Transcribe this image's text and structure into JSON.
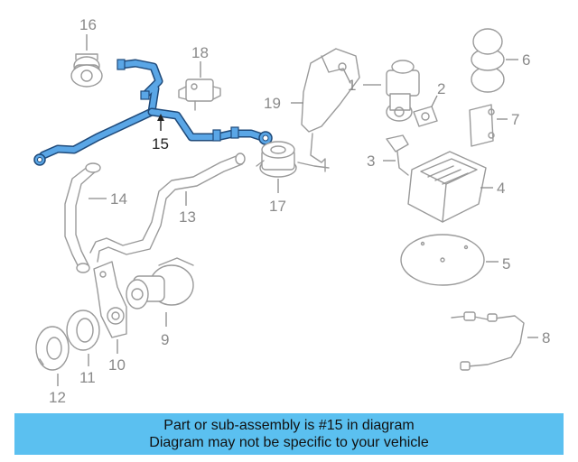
{
  "diagram": {
    "highlight_color": "#5aa6e6",
    "callouts": {
      "c1": "1",
      "c2": "2",
      "c3": "3",
      "c4": "4",
      "c5": "5",
      "c6": "6",
      "c7": "7",
      "c8": "8",
      "c9": "9",
      "c10": "10",
      "c11": "11",
      "c12": "12",
      "c13": "13",
      "c14": "14",
      "c15": "15",
      "c16": "16",
      "c17": "17",
      "c18": "18",
      "c19": "19"
    }
  },
  "banner": {
    "background": "#5bc0f0",
    "line1": "Part or sub-assembly is #15 in diagram",
    "line2": "Diagram may not be specific to your vehicle"
  }
}
